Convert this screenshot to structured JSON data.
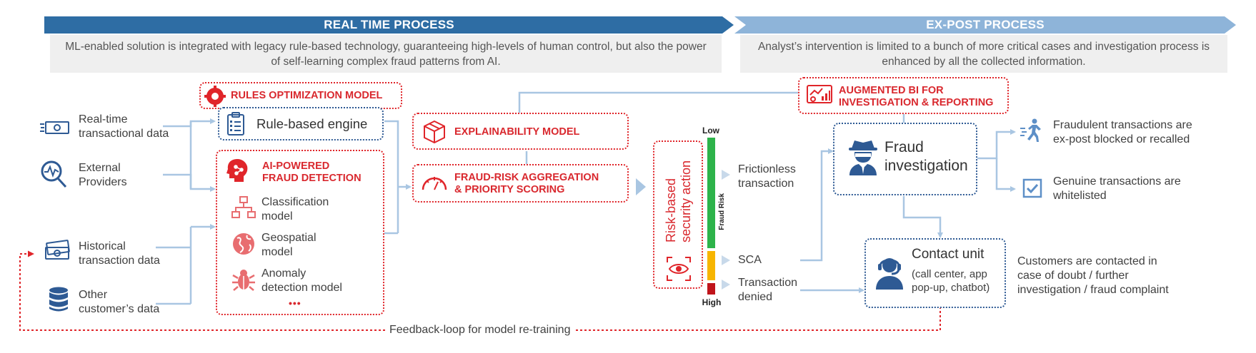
{
  "banners": {
    "real_time": "REAL TIME PROCESS",
    "ex_post": "EX-POST PROCESS"
  },
  "descriptions": {
    "real_time": "ML-enabled solution is integrated with legacy rule-based technology, guaranteeing high-levels of human control, but also the power of self-learning complex fraud patterns from AI.",
    "ex_post": "Analyst’s intervention is limited to a bunch of more critical cases and investigation process is enhanced by all the collected information."
  },
  "inputs": {
    "realtime_line1": "Real-time",
    "realtime_line2": "transactional data",
    "external_line1": "External",
    "external_line2": "Providers",
    "historical_line1": "Historical",
    "historical_line2": "transaction data",
    "other_line1": "Other",
    "other_line2": "customer’s data"
  },
  "models": {
    "rules_optimization": "RULES OPTIMIZATION MODEL",
    "rule_engine": "Rule-based engine",
    "ai_title_line1": "AI-POWERED",
    "ai_title_line2": "FRAUD DETECTION",
    "classification_line1": "Classification",
    "classification_line2": "model",
    "geospatial_line1": "Geospatial",
    "geospatial_line2": "model",
    "anomaly_line1": "Anomaly",
    "anomaly_line2": "detection model",
    "more": "•••",
    "explainability": "EXPLAINABILITY MODEL",
    "aggregation_line1": "FRAUD-RISK AGGREGATION",
    "aggregation_line2": "& PRIORITY SCORING"
  },
  "security": {
    "title_line1": "Risk-based",
    "title_line2": "security action",
    "low": "Low",
    "high": "High",
    "fraud_risk": "Fraud Risk",
    "frictionless_line1": "Frictionless",
    "frictionless_line2": "transaction",
    "sca": "SCA",
    "denied_line1": "Transaction",
    "denied_line2": "denied"
  },
  "expost": {
    "augmented_line1": "AUGMENTED BI FOR",
    "augmented_line2": "INVESTIGATION & REPORTING",
    "fraud_line1": "Fraud",
    "fraud_line2": "investigation",
    "contact_title": "Contact unit",
    "contact_line1": "(call center, app",
    "contact_line2": "pop-up, chatbot)",
    "fraudulent_line1": "Fraudulent transactions are",
    "fraudulent_line2": "ex-post blocked or recalled",
    "genuine_line1": "Genuine transactions are",
    "genuine_line2": "whitelisted",
    "customers_line1": "Customers are contacted in",
    "customers_line2": "case of doubt / further",
    "customers_line3": "investigation / fraud complaint"
  },
  "feedback": "Feedback-loop for model re-training",
  "colors": {
    "banner_dark": "#2e6da4",
    "banner_light": "#8eb4d9",
    "red": "#e0252a",
    "navy": "#2e5a94",
    "connector": "#a9c6e2",
    "gauge_green": "#2db34a",
    "gauge_yellow": "#f7b500",
    "gauge_red": "#c0141b"
  }
}
